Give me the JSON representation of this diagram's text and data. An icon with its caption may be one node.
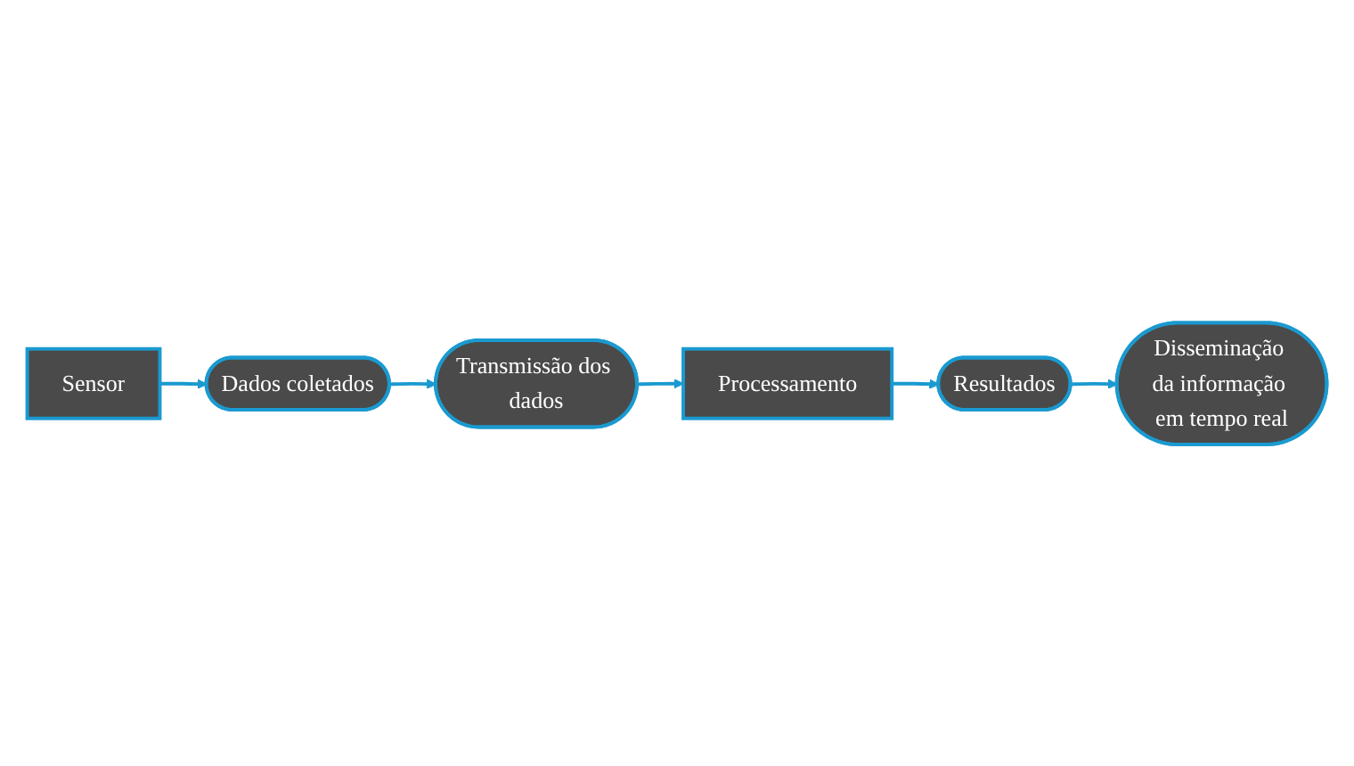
{
  "diagram": {
    "nodes": [
      {
        "text": [
          "Sensor"
        ]
      },
      {
        "text": [
          "Dados coletados"
        ]
      },
      {
        "text": [
          "Transmissão dos dados"
        ]
      },
      {
        "text": [
          "Processamento"
        ]
      },
      {
        "text": [
          "Resultados"
        ]
      },
      {
        "text": [
          "Disseminação da informação em tempo real"
        ]
      }
    ],
    "edges": [
      {
        "from": 0,
        "to": 1,
        "arrow": "to"
      },
      {
        "from": 1,
        "to": 2,
        "arrow": "to"
      },
      {
        "from": 2,
        "to": 3,
        "arrow": "to"
      },
      {
        "from": 3,
        "to": 4,
        "arrow": "to"
      },
      {
        "from": 4,
        "to": 5,
        "arrow": "to"
      }
    ]
  }
}
